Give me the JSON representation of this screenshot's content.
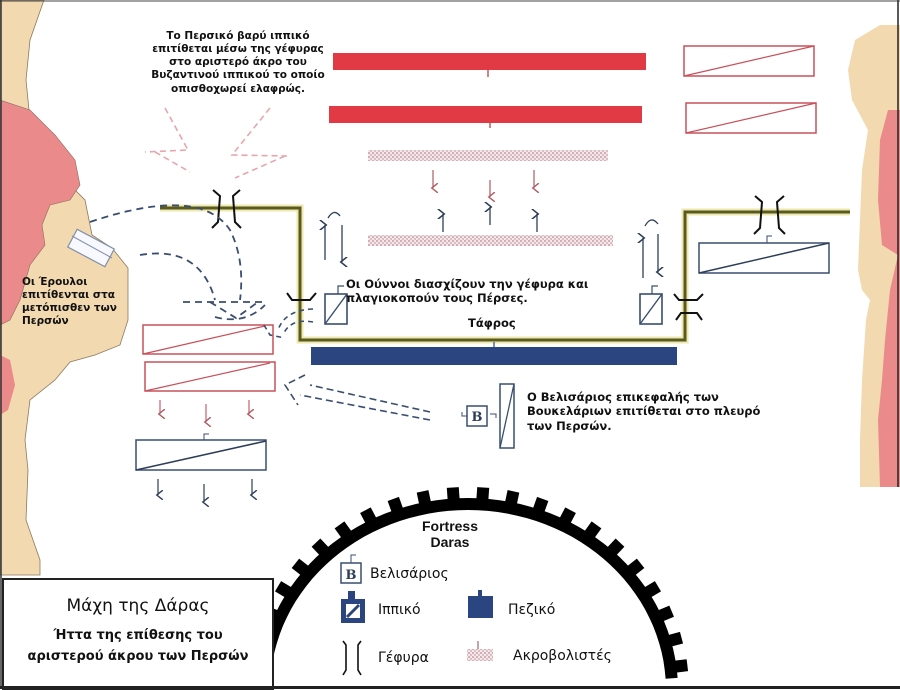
{
  "title": {
    "main": "Μάχη της Δάρας",
    "subtitle_line1": "Ήττα της επίθεσης του",
    "subtitle_line2": "αριστερού άκρου των Περσών"
  },
  "annotations": {
    "persian_attack": "Το Περσικό βαρύ ιππικό επιτίθεται μέσω της γέφυρας στο αριστερό άκρο του Βυζαντινού ιππικού το οποίο οπισθοχωρεί ελαφρώς.",
    "heruli": "Οι Έρουλοι επιτίθενται στα μετόπισθεν των Περσών",
    "huns": "Οι Ούννοι διασχίζουν την γέφυρα και πλαγιοκοπούν τους Πέρσες.",
    "ditch": "Τάφρος",
    "belisarius": "Ο Βελισάριος επικεφαλής των Βουκελάριων επιτίθεται στο πλευρό των Περσών.",
    "fortress_line1": "Fortress",
    "fortress_line2": "Daras"
  },
  "legend": {
    "belisarius": "Βελισάριος",
    "belisarius_symbol_letter": "B",
    "cavalry": "Ιππικό",
    "infantry": "Πεζικό",
    "bridge": "Γέφυρα",
    "skirmishers": "Ακροβολιστές"
  },
  "colors": {
    "persian": "#e23a44",
    "persian_outline": "#c8505a",
    "byzantine": "#2b4580",
    "byzantine_outline": "#3a4e70",
    "ditch": "#5a5a1e",
    "ditch_glow": "#eee8b0",
    "terrain_sand": "#f2d9b0",
    "terrain_red": "#ea8a8a",
    "fortress": "#000000",
    "persian_arrow": "#e8a6ac"
  }
}
